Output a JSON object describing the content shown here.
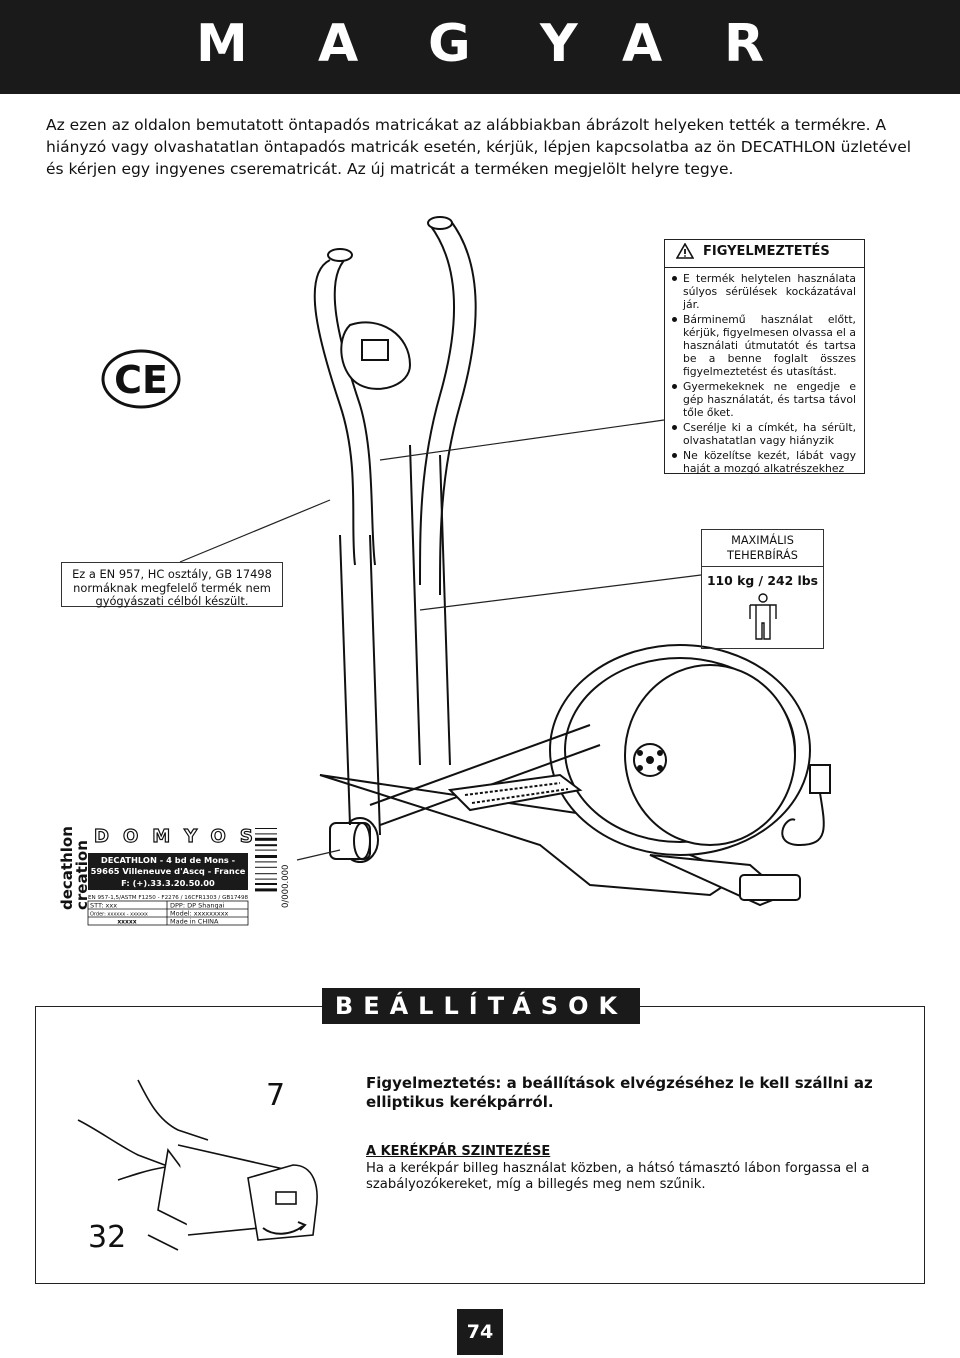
{
  "header": {
    "letters": [
      "M",
      "A",
      "G",
      "Y",
      "A",
      "R"
    ]
  },
  "intro": {
    "text": "Az ezen az oldalon bemutatott öntapadós matricákat az alábbiakban ábrázolt helyeken tették a termékre. A hiányzó vagy olvashatatlan öntapadós matricák esetén, kérjük, lépjen kapcsolatba az ön DECATHLON üzletével és kérjen egy ingyenes cserematricát. Az új matricát a terméken megjelölt helyre tegye."
  },
  "ce_mark": {
    "text": "CE"
  },
  "warning": {
    "title": "FIGYELMEZTETÉS",
    "items": [
      "E termék helytelen használata súlyos sérülések kockázatával jár.",
      "Bárminemű használat előtt, kérjük, figyelmesen olvassa el a használati útmutatót és tartsa be a benne foglalt összes figyelmeztetést és utasítást.",
      "Gyermekeknek ne engedje e gép használatát, és tartsa távol tőle őket.",
      "Cserélje ki a címkét, ha sérült, olvashatatlan vagy hiányzik",
      "Ne közelítse kezét, lábát vagy haját a mozgó alkatrészekhez"
    ]
  },
  "norm_note": {
    "text": "Ez a EN 957, HC osztály, GB 17498 normáknak megfelelő termék nem gyógyászati célból készült."
  },
  "max_load": {
    "label_line1": "MAXIMÁLIS",
    "label_line2": "TEHERBÍRÁS",
    "value": "110 kg / 242 lbs"
  },
  "product_label": {
    "side_text_1": "decathlon",
    "side_text_2": "creation",
    "brand": "DOMYOS",
    "address_1": "DECATHLON - 4 bd de Mons -",
    "address_2": "59665 Villeneuve d'Ascq - France",
    "phone": "F: (+).33.3.20.50.00",
    "norms": "EN 957-1,5/ASTM F1250 - F2276 / 16CFR1303 / GB17498",
    "stt": "STT: xxx",
    "dpp": "DPP: DP Shangai",
    "order": "Order: xxxxxx - xxxxxx",
    "model": "Model: xxxxxxxxx",
    "serial": "xxxxx",
    "made_in": "Made in CHINA",
    "barcode_number": "0/000.000"
  },
  "settings": {
    "title": "BEÁLLÍTÁSOK",
    "figure_label_top": "7",
    "figure_label_bottom": "32",
    "warning_line": "Figyelmeztetés: a beállítások elvégzéséhez le kell szállni az elliptikus kerékpárról.",
    "section_title": "A KERÉKPÁR SZINTEZÉSE",
    "section_text": "Ha a kerékpár billeg használat közben, a hátsó támasztó lábon forgassa el a szabályozókereket, míg a billegés meg nem szűnik."
  },
  "page": {
    "number": "74"
  }
}
